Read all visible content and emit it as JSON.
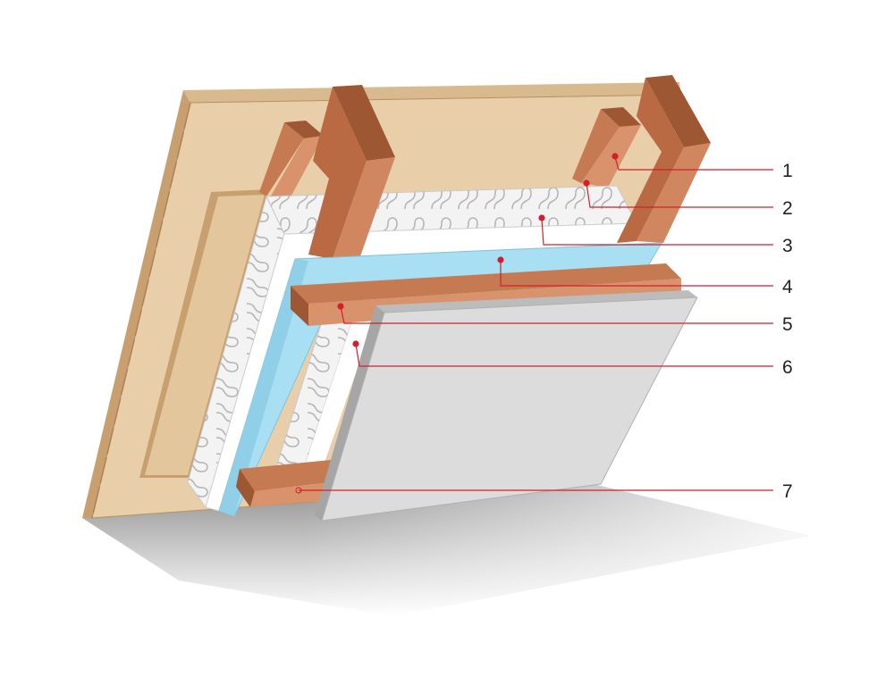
{
  "diagram": {
    "callouts": [
      {
        "id": "1",
        "label": "1"
      },
      {
        "id": "2",
        "label": "2"
      },
      {
        "id": "3",
        "label": "3"
      },
      {
        "id": "4",
        "label": "4"
      },
      {
        "id": "5",
        "label": "5"
      },
      {
        "id": "6",
        "label": "6"
      },
      {
        "id": "7",
        "label": "7"
      }
    ],
    "colors": {
      "roof_board": "#e8cfaa",
      "roof_board_edge": "#c8a070",
      "timber_light": "#d8926c",
      "timber_mid": "#c67a52",
      "timber_dark": "#9d5732",
      "insulation": "#f2f2f2",
      "insulation_line": "#bdbdbd",
      "membrane": "#a9dff3",
      "gypsum_face": "#dcdcdc",
      "gypsum_edge": "#aaaaaa",
      "leader": "#d21f2b",
      "shadow": "#9a9a9a"
    }
  }
}
